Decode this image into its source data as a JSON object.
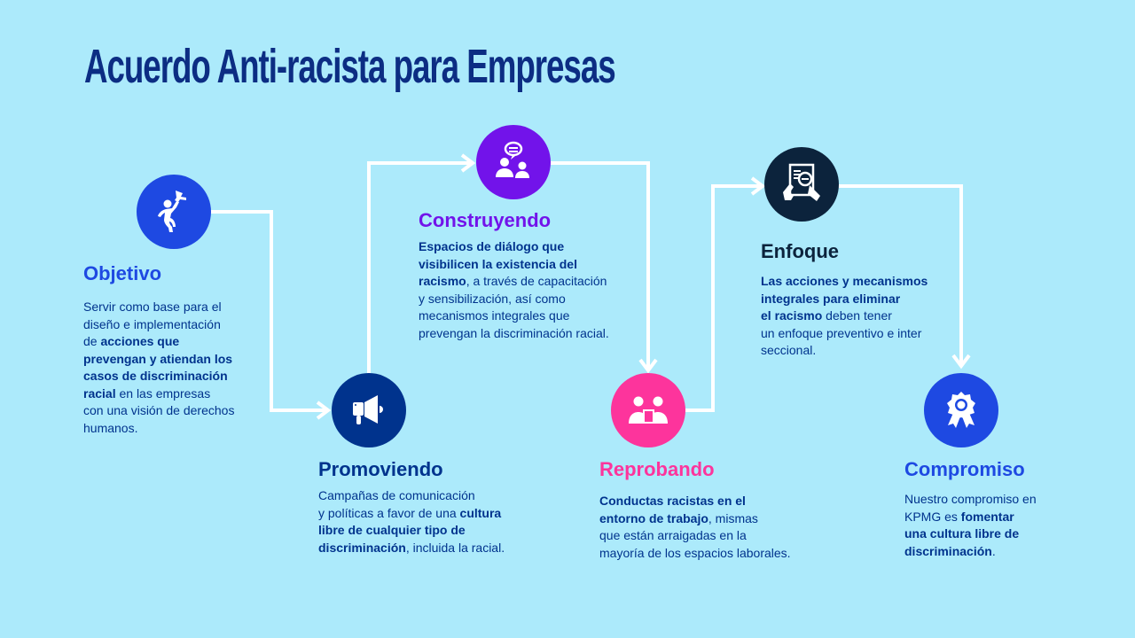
{
  "title": "Acuerdo Anti-racista para Empresas",
  "colors": {
    "background": "#ACEAFB",
    "title": "#0C2D83",
    "objetivo": "#1E49E2",
    "promoviendo": "#00338D",
    "construyendo": "#7213EA",
    "reprobando": "#FD349C",
    "enfoque": "#0C233C",
    "compromiso": "#1E49E2",
    "body_text": "#00338D"
  },
  "steps": [
    {
      "id": "objetivo",
      "icon": "trophy-person-icon",
      "heading": "Objetivo",
      "lines": [
        [
          {
            "t": "Servir como base para el"
          }
        ],
        [
          {
            "t": "diseño e implementación"
          }
        ],
        [
          {
            "t": "de "
          },
          {
            "t": "acciones que",
            "b": true
          }
        ],
        [
          {
            "t": "prevengan y atiendan los",
            "b": true
          }
        ],
        [
          {
            "t": "casos de discriminación",
            "b": true
          }
        ],
        [
          {
            "t": "racial",
            "b": true
          },
          {
            "t": " en las empresas"
          }
        ],
        [
          {
            "t": "con una visión de derechos"
          }
        ],
        [
          {
            "t": "humanos."
          }
        ]
      ]
    },
    {
      "id": "promoviendo",
      "icon": "megaphone-icon",
      "heading": "Promoviendo",
      "lines": [
        [
          {
            "t": "Campañas de comunicación"
          }
        ],
        [
          {
            "t": "y políticas a favor de una "
          },
          {
            "t": "cultura",
            "b": true
          }
        ],
        [
          {
            "t": "libre de cualquier tipo de",
            "b": true
          }
        ],
        [
          {
            "t": "discriminación",
            "b": true
          },
          {
            "t": ", incluida la racial."
          }
        ]
      ]
    },
    {
      "id": "construyendo",
      "icon": "dialogue-people-icon",
      "heading": "Construyendo",
      "lines": [
        [
          {
            "t": "Espacios de diálogo que",
            "b": true
          }
        ],
        [
          {
            "t": "visibilicen la existencia del",
            "b": true
          }
        ],
        [
          {
            "t": "racismo",
            "b": true
          },
          {
            "t": ", a través de capacitación"
          }
        ],
        [
          {
            "t": "y sensibilización, así como"
          }
        ],
        [
          {
            "t": "mecanismos integrales que"
          }
        ],
        [
          {
            "t": "prevengan la discriminación racial."
          }
        ]
      ]
    },
    {
      "id": "reprobando",
      "icon": "people-document-icon",
      "heading": "Reprobando",
      "lines": [
        [
          {
            "t": "Conductas racistas en el",
            "b": true
          }
        ],
        [
          {
            "t": "entorno de trabajo",
            "b": true
          },
          {
            "t": ", mismas"
          }
        ],
        [
          {
            "t": "que están arraigadas en la"
          }
        ],
        [
          {
            "t": "mayoría de los espacios laborales."
          }
        ]
      ]
    },
    {
      "id": "enfoque",
      "icon": "document-magnifier-icon",
      "heading": "Enfoque",
      "lines": [
        [
          {
            "t": "Las acciones y mecanismos",
            "b": true
          }
        ],
        [
          {
            "t": "integrales para eliminar",
            "b": true
          }
        ],
        [
          {
            "t": "el racismo",
            "b": true
          },
          {
            "t": " deben tener"
          }
        ],
        [
          {
            "t": "un enfoque preventivo e inter"
          }
        ],
        [
          {
            "t": "seccional."
          }
        ]
      ]
    },
    {
      "id": "compromiso",
      "icon": "award-ribbon-icon",
      "heading": "Compromiso",
      "lines": [
        [
          {
            "t": "Nuestro compromiso en"
          }
        ],
        [
          {
            "t": "KPMG es "
          },
          {
            "t": "fomentar",
            "b": true
          }
        ],
        [
          {
            "t": "una cultura libre  de",
            "b": true
          }
        ],
        [
          {
            "t": "discriminación",
            "b": true
          },
          {
            "t": "."
          }
        ]
      ]
    }
  ]
}
